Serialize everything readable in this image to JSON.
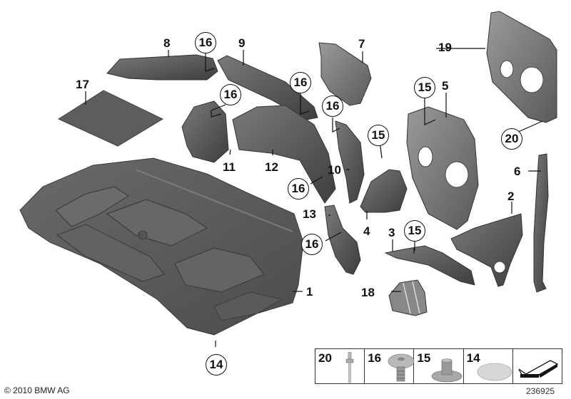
{
  "diagram": {
    "type": "exploded-parts-diagram",
    "part_callouts": [
      {
        "id": "1",
        "label": "1"
      },
      {
        "id": "2",
        "label": "2"
      },
      {
        "id": "3",
        "label": "3"
      },
      {
        "id": "4",
        "label": "4"
      },
      {
        "id": "5",
        "label": "5"
      },
      {
        "id": "6",
        "label": "6"
      },
      {
        "id": "7",
        "label": "7"
      },
      {
        "id": "8",
        "label": "8"
      },
      {
        "id": "9",
        "label": "9"
      },
      {
        "id": "10",
        "label": "10"
      },
      {
        "id": "11",
        "label": "11"
      },
      {
        "id": "12",
        "label": "12"
      },
      {
        "id": "13",
        "label": "13"
      },
      {
        "id": "17",
        "label": "17"
      },
      {
        "id": "18",
        "label": "18"
      },
      {
        "id": "19",
        "label": "19"
      }
    ],
    "circled_callouts": [
      {
        "id": "c16a",
        "label": "16"
      },
      {
        "id": "c16b",
        "label": "16"
      },
      {
        "id": "c16c",
        "label": "16"
      },
      {
        "id": "c16d",
        "label": "16"
      },
      {
        "id": "c16e",
        "label": "16"
      },
      {
        "id": "c16f",
        "label": "16"
      },
      {
        "id": "c15a",
        "label": "15"
      },
      {
        "id": "c15b",
        "label": "15"
      },
      {
        "id": "c15c",
        "label": "15"
      },
      {
        "id": "c20",
        "label": "20"
      },
      {
        "id": "c14",
        "label": "14"
      }
    ]
  },
  "legend": {
    "items": [
      {
        "number": "20",
        "icon": "blind-rivet-icon"
      },
      {
        "number": "16",
        "icon": "torx-bolt-icon"
      },
      {
        "number": "15",
        "icon": "hex-nut-flange-icon"
      },
      {
        "number": "14",
        "icon": "cap-dome-icon"
      },
      {
        "number": "",
        "icon": "direction-arrow-icon"
      }
    ]
  },
  "footer": {
    "copyright": "© 2010 BMW AG",
    "diagram_number": "236925"
  },
  "colors": {
    "part_fill": "#5e5e5e",
    "part_dark": "#3f3f3f",
    "part_light": "#8a8a8a",
    "line": "#111111",
    "background": "#ffffff"
  }
}
